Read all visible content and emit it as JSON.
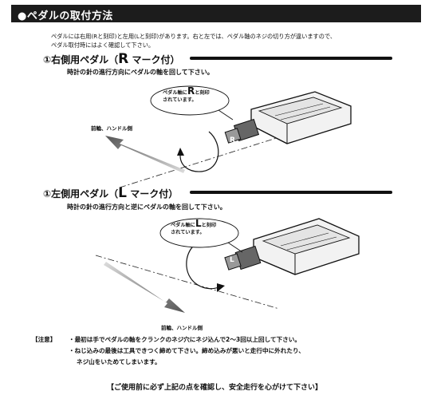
{
  "header": {
    "title": "●ペダルの取付方法"
  },
  "intro": {
    "line1": "ペダルには右用(Rと刻印)と左用(Lと刻印)があります。右と左では、ペダル軸のネジの切り方が違いますので、",
    "line2": "ペダル取付時にはよく確認して下さい。"
  },
  "right_section": {
    "title_prefix": "①右側用ペダル（",
    "mark": "R",
    "title_suffix": " マーク付）",
    "description": "時計の針の進行方向にペダルの軸を回して下さい。",
    "callout_a": "ペダル軸に",
    "callout_mark": "R",
    "callout_b": "と刻印",
    "callout_c": "されています。",
    "direction_label": "前輪、ハンドル側",
    "axle_mark": "R"
  },
  "left_section": {
    "title_prefix": "①左側用ペダル（",
    "mark": "L",
    "title_suffix": " マーク付）",
    "description": "時計の針の進行方向と逆にペダルの軸を回して下さい。",
    "callout_a": "ペダル軸に",
    "callout_mark": "L",
    "callout_b": "と刻印",
    "callout_c": "されています。",
    "direction_label": "前輪、ハンドル側",
    "axle_mark": "L"
  },
  "notes": {
    "tag": "【注意】",
    "line1": "・最初は手でペダルの軸をクランクのネジ穴にネジ込んで2～3回以上回して下さい。",
    "line2": "・ねじ込みの最後は工具できつく締めて下さい。締め込みが悪いと走行中に外れたり、",
    "line3": "ネジ山をいためてしまいます。"
  },
  "footer": {
    "text": "【ご使用前に必ず上記の点を確認し、安全走行を心がけて下さい】"
  }
}
